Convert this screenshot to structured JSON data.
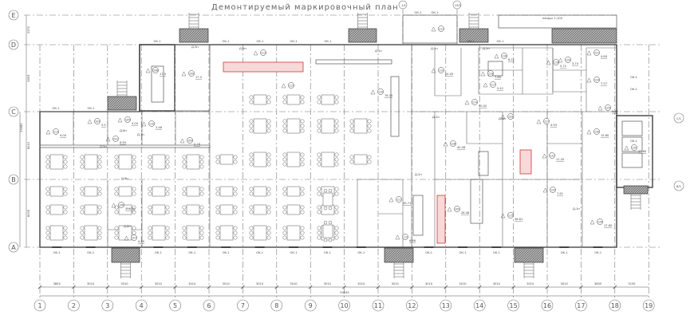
{
  "title": "Демонтируемый маркировочный план",
  "axes": {
    "columns": [
      "1",
      "2",
      "3",
      "4",
      "5",
      "6",
      "7",
      "8",
      "9",
      "10",
      "11",
      "12",
      "13",
      "14",
      "15",
      "16",
      "17",
      "18",
      "19"
    ],
    "rows": [
      "E",
      "D",
      "C",
      "B",
      "A"
    ],
    "extra_top": [
      "1/1",
      "13/1"
    ],
    "extra_right": [
      "C/1",
      "B/1"
    ]
  },
  "dimensions": {
    "bottom": [
      "3805",
      "3010",
      "3010",
      "3010",
      "3010",
      "3010",
      "3010",
      "3010",
      "3010",
      "3010",
      "3010",
      "3010",
      "3010",
      "3010",
      "3010",
      "3010",
      "3805",
      "3135"
    ],
    "bottom_total": "54035",
    "left": [
      "3370",
      "6005",
      "6010",
      "6005"
    ],
    "left_total": "20080"
  },
  "labels": {
    "window": "ОК-1",
    "ramp": "пандус 1:100",
    "doors": [
      "Д-2н",
      "Д-3н",
      "Д-5н",
      "Д-6н",
      "Д-7н",
      "Д-1н",
      "Д-2н",
      "Д-5н",
      "Д-6н",
      "Д-8н",
      "Д-2н",
      "Д-3н",
      "Д-2н",
      "Д-1н"
    ]
  },
  "rooms": [
    {
      "num": "108",
      "area": "17.5"
    },
    {
      "num": "109",
      "area": "17.5"
    },
    {
      "num": "113",
      "area": ""
    },
    {
      "num": "113",
      "area": ""
    },
    {
      "num": "110",
      "area": "76.15"
    },
    {
      "num": "111",
      "area": ""
    },
    {
      "num": "112",
      "area": "24.05"
    },
    {
      "num": "114",
      "area": "40.02"
    },
    {
      "num": "116",
      "area": "6.21"
    },
    {
      "num": "119",
      "area": "7.80"
    },
    {
      "num": "117",
      "area": "5.42"
    },
    {
      "num": "119",
      "area": "5.72"
    },
    {
      "num": "120",
      "area": "3.74"
    },
    {
      "num": "121",
      "area": "4.89"
    },
    {
      "num": "124",
      "area": "7.57"
    },
    {
      "num": "125",
      "area": "5.88"
    },
    {
      "num": "129",
      "area": ""
    },
    {
      "num": "127",
      "area": "4.93"
    },
    {
      "num": "130",
      "area": "15.80"
    },
    {
      "num": "135",
      "area": "17.60"
    },
    {
      "num": "103",
      "area": "5.5"
    },
    {
      "num": "105",
      "area": "4.00"
    },
    {
      "num": "110",
      "area": "2.46"
    },
    {
      "num": "113",
      "area": "9.00"
    },
    {
      "num": "104",
      "area": "0.18"
    },
    {
      "num": "101",
      "area": "8.84"
    },
    {
      "num": "106",
      "area": "396.00"
    },
    {
      "num": "107",
      "area": "4.35"
    },
    {
      "num": "111",
      "area": "39.71"
    },
    {
      "num": "112",
      "area": "6.86"
    },
    {
      "num": "105",
      "area": "28.48"
    },
    {
      "num": "115",
      "area": "38.61"
    },
    {
      "num": "128",
      "area": "40.58"
    },
    {
      "num": "131",
      "area": "11.20"
    },
    {
      "num": "133",
      "area": "7.61"
    },
    {
      "num": "134",
      "area": "17.60"
    }
  ],
  "colors": {
    "line": "#333333",
    "equipment_highlight": "#cc2222"
  }
}
